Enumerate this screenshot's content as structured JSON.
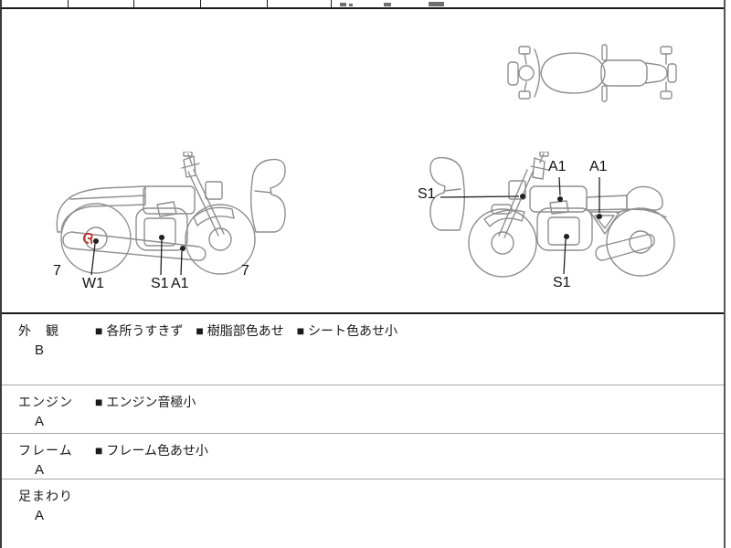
{
  "colors": {
    "text": "#1a1a1a",
    "line_art": "#8e8e8e",
    "leader_line": "#222222",
    "red_damage_mark": "#b5342c",
    "row_divider": "#a6a6a6",
    "page_border": "#3a3a3a"
  },
  "diagram_labels": {
    "left_bike": {
      "corner_left": "7",
      "w1": "W1",
      "s1": "S1",
      "a1": "A1",
      "corner_right": "7"
    },
    "right_bike": {
      "s1_front": "S1",
      "a1_tank": "A1",
      "a1_side": "A1",
      "s1_engine": "S1"
    }
  },
  "condition_table": {
    "rows": [
      {
        "label": "外　観",
        "grade": "B",
        "notes": "■ 各所うすきず　■ 樹脂部色あせ　■ シート色あせ小"
      },
      {
        "label": "エンジン",
        "grade": "A",
        "notes": "■ エンジン音極小"
      },
      {
        "label": "フレーム",
        "grade": "A",
        "notes": "■ フレーム色あせ小"
      },
      {
        "label": "足まわり",
        "grade": "A",
        "notes": ""
      }
    ]
  }
}
